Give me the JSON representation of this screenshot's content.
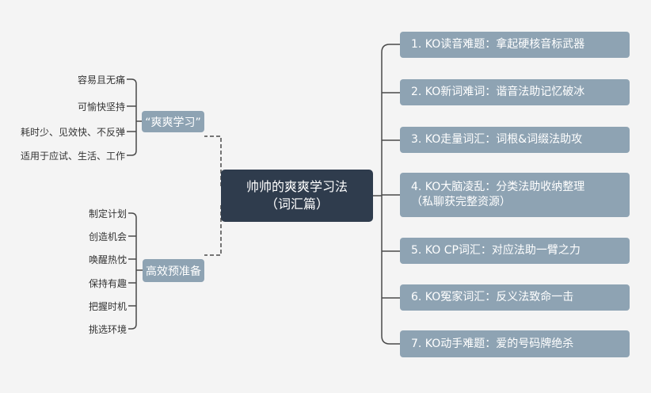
{
  "root": {
    "line1": "帅帅的爽爽学习法",
    "line2": "（词汇篇）"
  },
  "left_branches": [
    {
      "label": "“爽爽学习”",
      "leaves": [
        "容易且无痛",
        "可愉快坚持",
        "耗时少、见效快、不反弹",
        "适用于应试、生活、工作"
      ]
    },
    {
      "label": "高效预准备",
      "leaves": [
        "制定计划",
        "创造机会",
        "唤醒热忱",
        "保持有趣",
        "把握时机",
        "挑选环境"
      ]
    }
  ],
  "right_items": [
    {
      "line1": "1. KO读音难题：拿起硬核音标武器"
    },
    {
      "line1": "2. KO新词难词：谐音法助记忆破冰"
    },
    {
      "line1": "3. KO走量词汇：词根&词缀法助攻"
    },
    {
      "line1": "4. KO大脑凌乱：分类法助收纳整理",
      "line2": "（私聊获完整资源）"
    },
    {
      "line1": "5. KO CP词汇：对应法助一臂之力"
    },
    {
      "line1": "6. KO冤家词汇：反义法致命一击"
    },
    {
      "line1": "7. KO动手难题：爱的号码牌绝杀"
    }
  ],
  "colors": {
    "root": "#2f3c4d",
    "node": "#8ea3b3",
    "line": "#4a4a4a",
    "background": "#f4f4f4"
  }
}
